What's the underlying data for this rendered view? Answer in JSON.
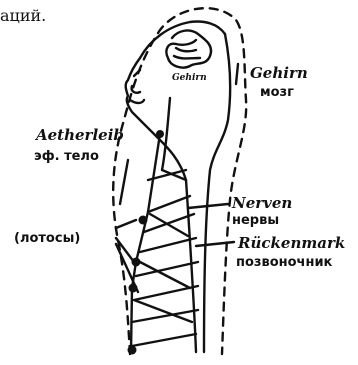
{
  "header_fragment": "аций.",
  "labels": {
    "gehirn_inner": "Gehirn",
    "gehirn": "Gehirn",
    "gehirn_ru": "мозг",
    "aetherleib": "Aetherleib",
    "aetherleib_ru": "эф. тело",
    "nerven": "Nerven",
    "nerven_ru": "нервы",
    "lotosy": "(лотосы)",
    "rueckenmark": "Rückenmark",
    "rueckenmark_ru": "позвоночник"
  },
  "colors": {
    "ink": "#111111",
    "background": "#ffffff"
  }
}
